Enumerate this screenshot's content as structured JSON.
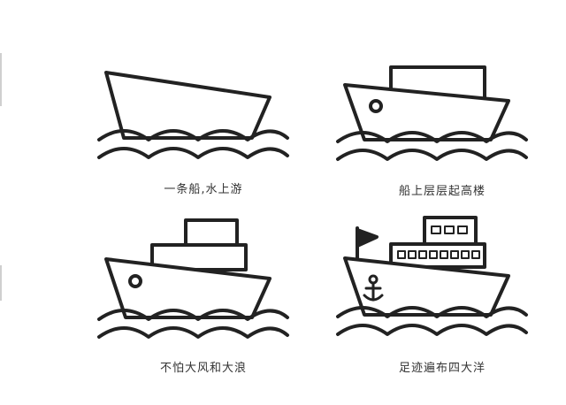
{
  "steps": [
    {
      "caption": "一条船,水上游"
    },
    {
      "caption": "船上层层起高楼"
    },
    {
      "caption": "不怕大风和大浪"
    },
    {
      "caption": "足迹遍布四大洋"
    }
  ],
  "colors": {
    "line": "#222222",
    "caption": "#333333",
    "background": "#ffffff"
  },
  "icons": [
    "anchor-icon",
    "flag-icon",
    "porthole-icon"
  ]
}
